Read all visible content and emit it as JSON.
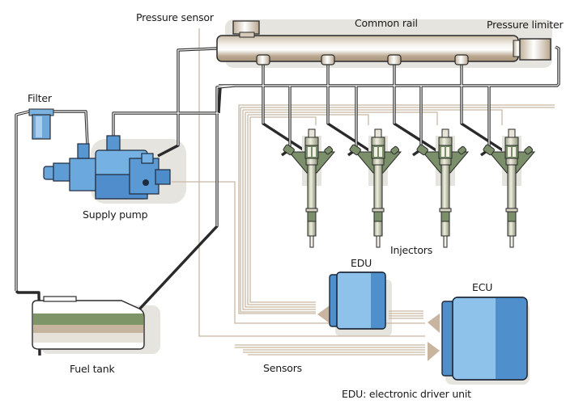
{
  "diagram": {
    "title": "Common rail fuel injection system",
    "labels": {
      "pressure_sensor": "Pressure sensor",
      "common_rail": "Common rail",
      "pressure_limiter": "Pressure limiter",
      "filter": "Filter",
      "supply_pump": "Supply pump",
      "injectors": "Injectors",
      "edu": "EDU",
      "ecu": "ECU",
      "fuel_tank": "Fuel tank",
      "sensors": "Sensors",
      "edu_legend": "EDU: electronic driver unit"
    },
    "injector_count": 4,
    "colors": {
      "pipe": "#2a2a2a",
      "rail_body": "#d8cfc0",
      "rail_dark": "#b8a68e",
      "harness": "#c8b8a4",
      "pump_blue": "#5a9ad4",
      "pump_light": "#8ec3ea",
      "unit_blue": "#4f8fcc",
      "unit_light": "#8fc2ea",
      "injector_green": "#7b8f6a",
      "injector_body": "#d9d6c4",
      "tank_green": "#7e9568",
      "tank_tan": "#c7b49e",
      "shadow": "#e4e2dc"
    }
  }
}
